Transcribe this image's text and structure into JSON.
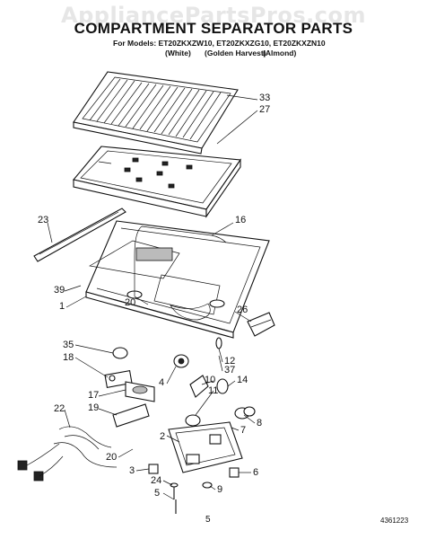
{
  "watermark": "AppliancePartsPros.com",
  "title": "COMPARTMENT SEPARATOR PARTS",
  "models_line": "For Models: ET20ZKXZW10, ET20ZKXZG10, ET20ZKXZN10",
  "colors": [
    "(White)",
    "(Golden Harvest)",
    "(Almond)"
  ],
  "callouts": [
    "33",
    "27",
    "23",
    "16",
    "39",
    "20",
    "1",
    "26",
    "35",
    "18",
    "12",
    "37",
    "4",
    "10",
    "14",
    "11",
    "17",
    "19",
    "8",
    "22",
    "2",
    "7",
    "20",
    "3",
    "6",
    "24",
    "9",
    "5"
  ],
  "page_number": "5",
  "doc_number": "4361223"
}
